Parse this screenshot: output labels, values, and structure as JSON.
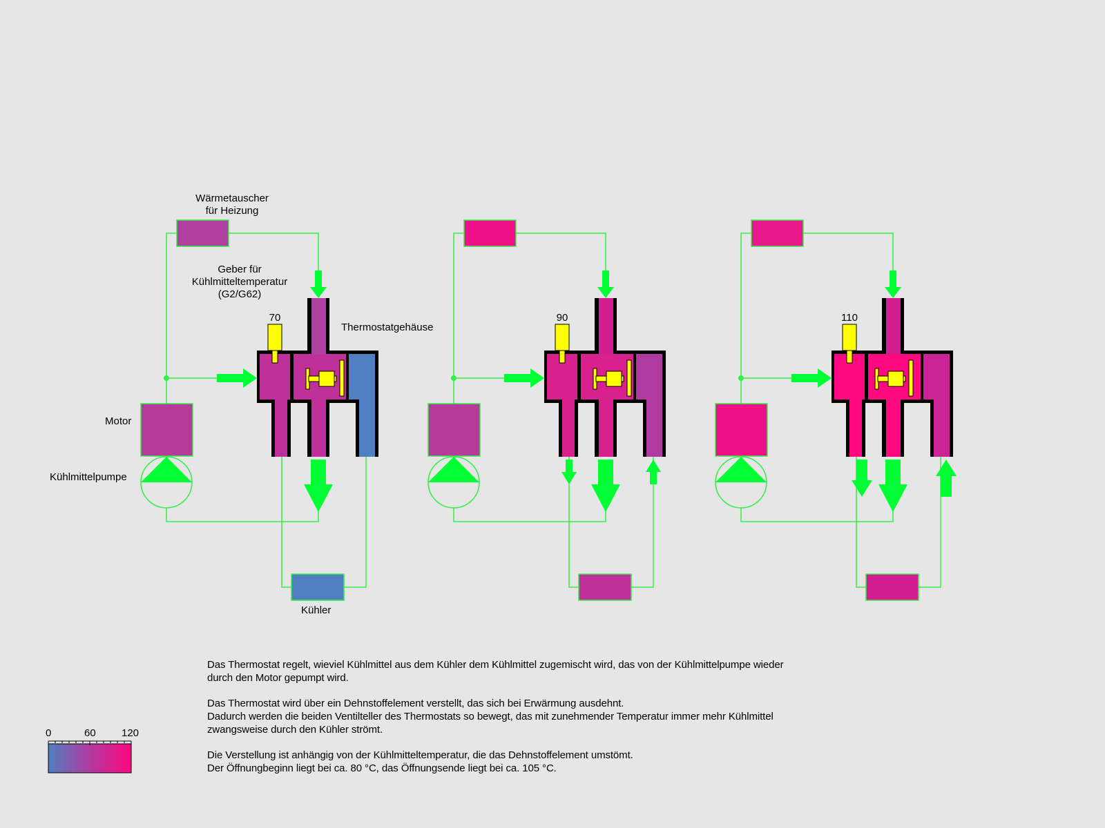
{
  "colors": {
    "background": "#e6e6e6",
    "flow_green": "#00ff33",
    "line_green": "#33ee44",
    "element_yellow": "#ffff00",
    "housing_black": "#000000",
    "cold_blue": "#4f7fc0",
    "warm_purple": "#b03aa0",
    "hot_pink": "#ff0880"
  },
  "labels": {
    "heat_exchanger": "Wärmetauscher\nfür Heizung",
    "sensor": "Geber für\nKühlmitteltemperatur\n(G2/G62)",
    "thermostat_housing": "Thermostatgehäuse",
    "engine": "Motor",
    "coolant_pump": "Kühlmittelpumpe",
    "radiator": "Kühler"
  },
  "panels": [
    {
      "temperature": "70",
      "heater_color": "#b040a0",
      "engine_color": "#b53a9c",
      "mix_color": "#c0309a",
      "return_color": "#b040a0",
      "cold_color": "#4f7fc0",
      "radiator_color": "#4f7fc0",
      "radiator_flow": false
    },
    {
      "temperature": "90",
      "heater_color": "#f0108a",
      "engine_color": "#b53a9c",
      "mix_color": "#d8208e",
      "return_color": "#d21c90",
      "cold_color": "#b03aa0",
      "radiator_color": "#c0309a",
      "radiator_flow": true
    },
    {
      "temperature": "110",
      "heater_color": "#e8188c",
      "engine_color": "#f00f86",
      "mix_color": "#ff0880",
      "return_color": "#d21c90",
      "cold_color": "#cc2496",
      "radiator_color": "#d21c90",
      "radiator_flow": true
    }
  ],
  "description": [
    "Das Thermostat regelt, wieviel Kühlmittel aus dem Kühler dem Kühlmittel zugemischt wird, das von der Kühlmittelpumpe wieder\ndurch den Motor gepumpt wird.",
    "Das Thermostat wird über ein Dehnstoffelement verstellt, das sich bei Erwärmung ausdehnt.\nDadurch werden die beiden Ventilteller des Thermostats so bewegt, das mit zunehmender Temperatur immer mehr Kühlmittel\nzwangsweise durch den Kühler strömt.",
    "Die Verstellung ist anhängig von der Kühlmitteltemperatur, die das Dehnstoffelement umstömt.\nDer Öffnungbeginn liegt bei ca. 80 °C, das Öffnungsende liegt bei ca. 105 °C."
  ],
  "legend": {
    "ticks": [
      "0",
      "60",
      "120"
    ],
    "range": [
      0,
      120
    ],
    "gradient": [
      "#4f7fc0",
      "#b03aa0",
      "#ff0880"
    ]
  }
}
